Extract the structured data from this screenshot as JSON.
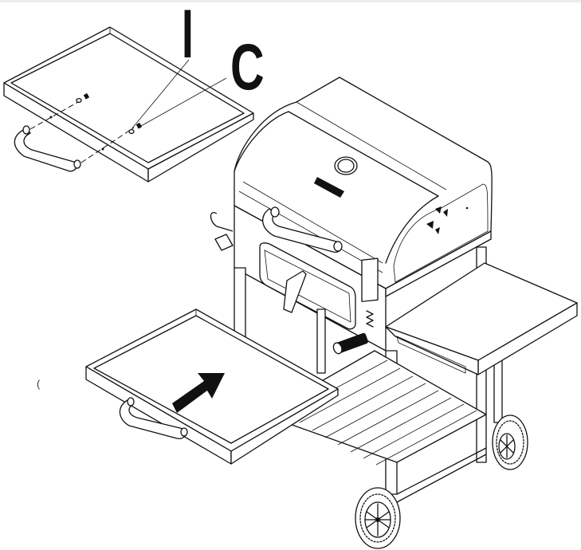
{
  "figure": {
    "type": "assembly-instruction-illustration",
    "subject": "charcoal grill with side shelves and cart",
    "step_description": "Attach handle to side shelf with screws, then slide shelf onto grill cart"
  },
  "callouts": [
    {
      "id": "I",
      "label": "I",
      "points_to": "lock washer"
    },
    {
      "id": "C",
      "label": "C",
      "points_to": "screw"
    }
  ],
  "arrow": {
    "direction": "up-right",
    "meaning": "slide shelf into place"
  },
  "parts": {
    "detached_shelf": "side shelf with handle (exploded view)",
    "grill_lid": "hood with temperature gauge and vent",
    "left_shelf": "side shelf being installed",
    "right_shelf": "fixed side shelf",
    "cart": "slatted bottom shelf",
    "wheels": 2
  },
  "stray_mark": "("
}
